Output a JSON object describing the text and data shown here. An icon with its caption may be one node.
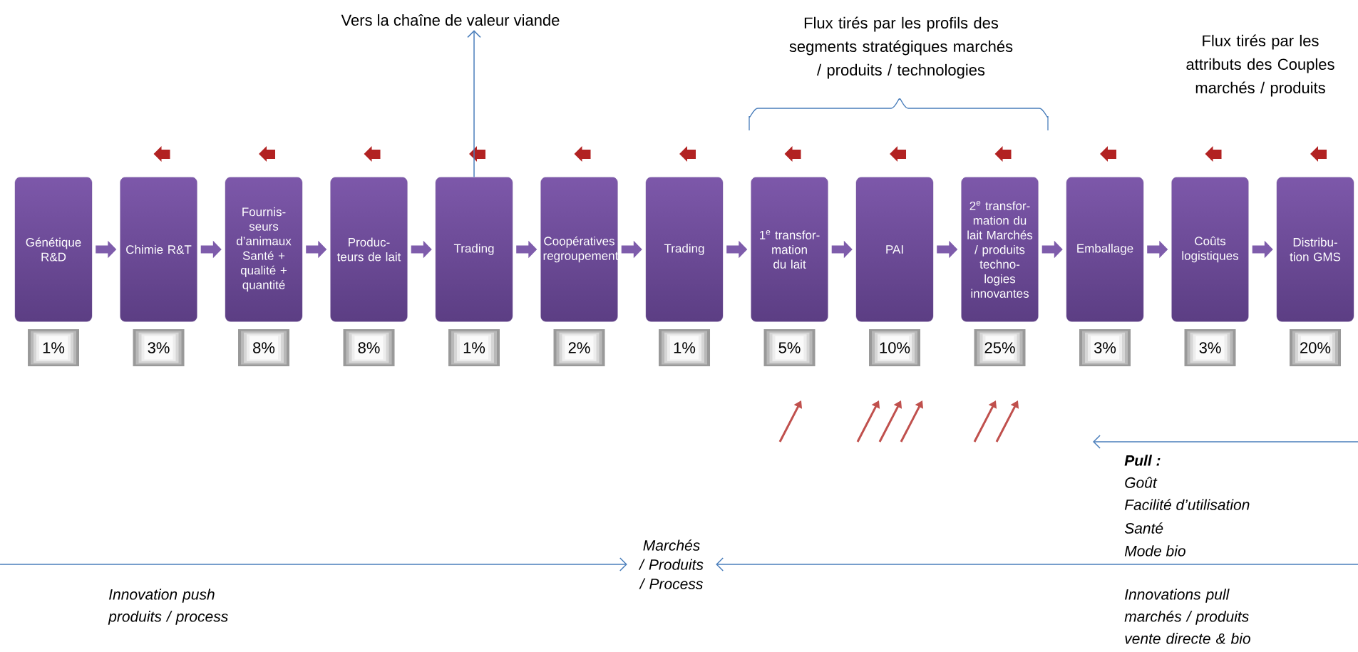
{
  "diagram": {
    "nodes": [
      {
        "text": [
          "Génétique R&D"
        ]
      },
      {
        "text": [
          "Chimie R&T"
        ]
      },
      {
        "text": [
          "Fournis- seurs d’animaux Santé + qualité + quantité"
        ]
      },
      {
        "text": [
          "Produc- teurs de lait"
        ]
      },
      {
        "text": [
          "Trading"
        ]
      },
      {
        "text": [
          "Coopératives regroupement"
        ]
      },
      {
        "text": [
          "Trading"
        ]
      },
      {
        "text": [
          "1$^{e}$ transfor- mation du lait"
        ]
      },
      {
        "text": [
          "PAI"
        ]
      },
      {
        "text": [
          "2$^{e}$ transfor- mation du lait Marchés / produits techno- logies innovantes"
        ]
      },
      {
        "text": [
          "Emballage"
        ]
      },
      {
        "text": [
          "Coûts logistiques"
        ]
      },
      {
        "text": [
          "Distribu- tion GMS"
        ]
      },
      {
        "text": [
          "1%"
        ]
      },
      {
        "text": [
          "3%"
        ]
      },
      {
        "text": [
          "8%"
        ]
      },
      {
        "text": [
          "8%"
        ]
      },
      {
        "text": [
          "1%"
        ]
      },
      {
        "text": [
          "2%"
        ]
      },
      {
        "text": [
          "1%"
        ]
      },
      {
        "text": [
          "5%"
        ]
      },
      {
        "text": [
          "10%"
        ]
      },
      {
        "text": [
          "25%"
        ]
      },
      {
        "text": [
          "3%"
        ]
      },
      {
        "text": [
          "3%"
        ]
      },
      {
        "text": [
          "20%"
        ]
      },
      {
        "text": [
          "Vers la chaîne de valeur viande"
        ]
      },
      {
        "text": [
          "Marchés / Produits / Process"
        ]
      }
    ],
    "edges": [
      {
        "from": 0,
        "to": 1,
        "arrow": "to"
      },
      {
        "from": 1,
        "to": 2,
        "arrow": "to"
      },
      {
        "from": 2,
        "to": 3,
        "arrow": "to"
      },
      {
        "from": 3,
        "to": 4,
        "arrow": "to"
      },
      {
        "from": 4,
        "to": 5,
        "arrow": "to"
      },
      {
        "from": 5,
        "to": 6,
        "arrow": "to"
      },
      {
        "from": 6,
        "to": 7,
        "arrow": "to"
      },
      {
        "from": 7,
        "to": 8,
        "arrow": "to"
      },
      {
        "from": 8,
        "to": 9,
        "arrow": "to"
      },
      {
        "from": 9,
        "to": 10,
        "arrow": "to"
      },
      {
        "from": 10,
        "to": 11,
        "arrow": "to"
      },
      {
        "from": 11,
        "to": 12,
        "arrow": "to"
      },
      {
        "from": 4,
        "to": 26,
        "arrow": "to",
        "color": "#4a7ebb"
      },
      {
        "from": null,
        "to": 27,
        "arrow": "to",
        "color": "#4a7ebb"
      },
      {
        "from": null,
        "to": 27,
        "arrow": "to",
        "color": "#4a7ebb"
      }
    ],
    "labels": [
      "Flux tirés par les profils des segments stratégiques marchés / produits / technologies",
      "Flux tirés par les attributs des Couples marchés / produits",
      "Pull :",
      "Goût",
      "Facilité d’utilisation",
      "Santé",
      "Mode bio",
      "Innovation push produits / process",
      "Innovations pull marchés / produits vente directe & bio"
    ]
  }
}
